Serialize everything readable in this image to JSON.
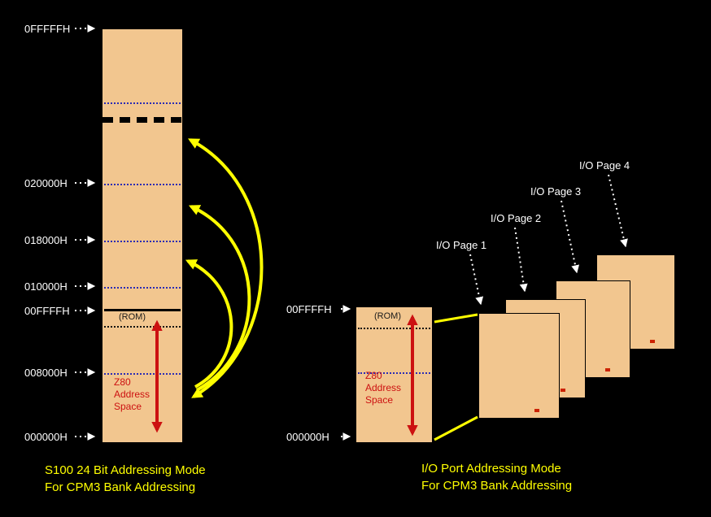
{
  "colors": {
    "background": "#000000",
    "memory_block": "#F2C68F",
    "highlight_yellow": "#FFFF00",
    "address_text": "#FFFFFF",
    "z80_text": "#CC1111",
    "divider_blue": "#2B2BB4"
  },
  "left_diagram": {
    "rom_label": "(ROM)",
    "z80_label": "Z80\nAddress\nSpace",
    "addresses": [
      {
        "text": "0FFFFFH"
      },
      {
        "text": "020000H"
      },
      {
        "text": "018000H"
      },
      {
        "text": "010000H"
      },
      {
        "text": "00FFFFH"
      },
      {
        "text": "008000H"
      },
      {
        "text": "000000H"
      }
    ],
    "caption_line1": "S100 24 Bit Addressing Mode",
    "caption_line2": "For CPM3 Bank Addressing"
  },
  "right_diagram": {
    "rom_label": "(ROM)",
    "z80_label": "Z80\nAddress\nSpace",
    "addresses": [
      {
        "text": "00FFFFH"
      },
      {
        "text": "000000H"
      }
    ],
    "io_pages": [
      {
        "label": "I/O Page 1"
      },
      {
        "label": "I/O Page 2"
      },
      {
        "label": "I/O Page 3"
      },
      {
        "label": "I/O Page 4"
      }
    ],
    "caption_line1": "I/O Port Addressing Mode",
    "caption_line2": "For CPM3 Bank Addressing"
  }
}
